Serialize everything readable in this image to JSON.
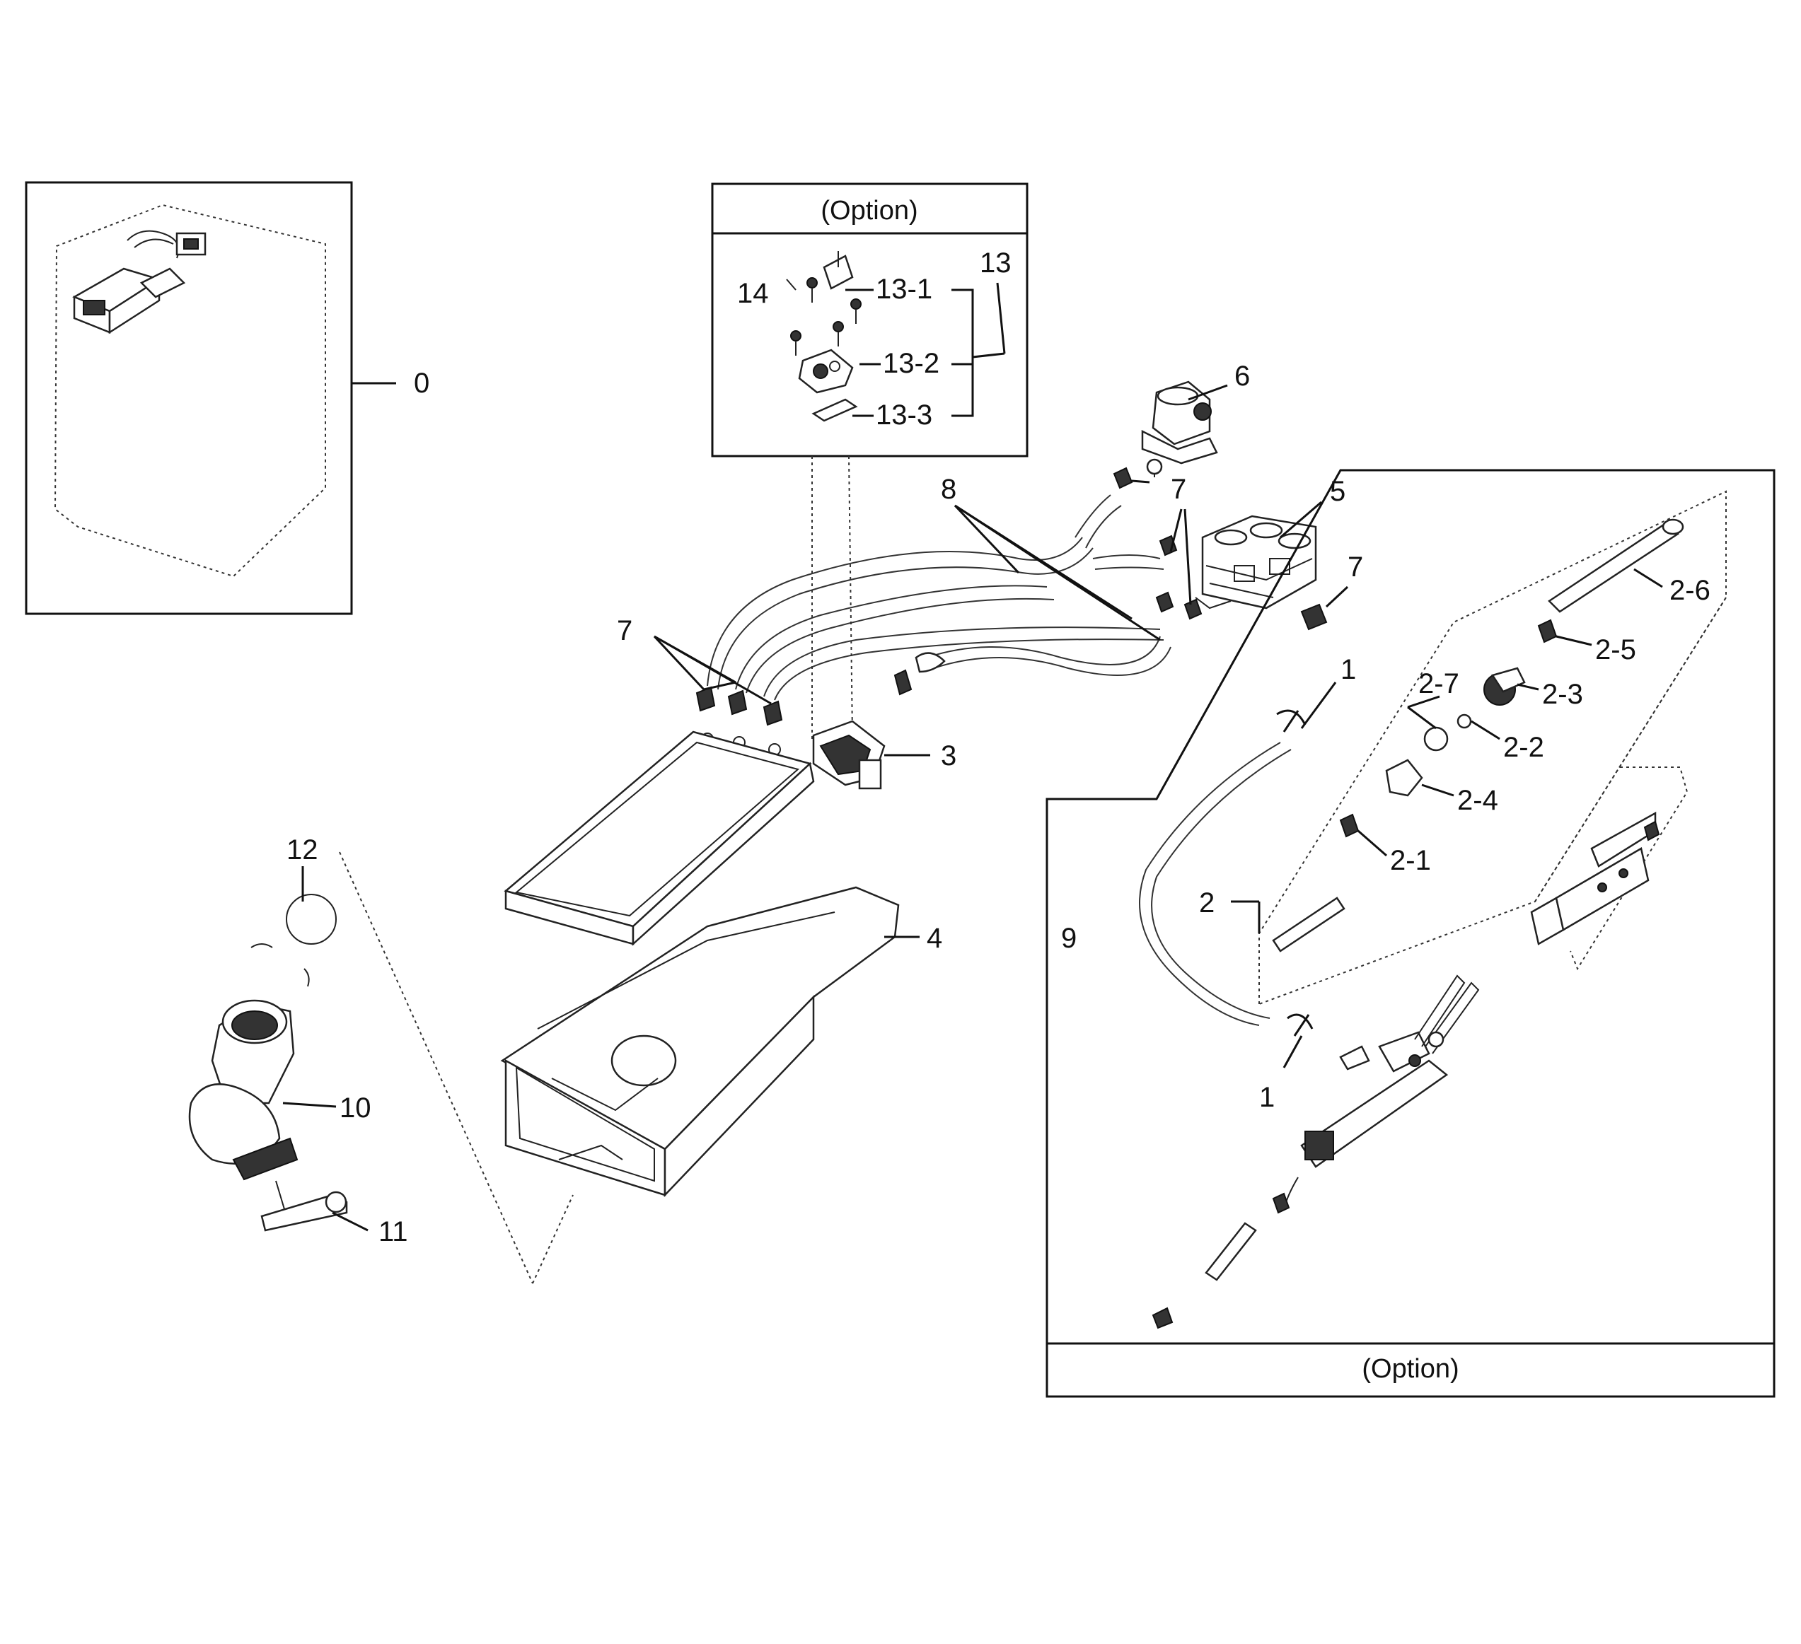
{
  "labels": {
    "p0": "0",
    "p1a": "1",
    "p1b": "1",
    "p2": "2",
    "p2_1": "2-1",
    "p2_2": "2-2",
    "p2_3": "2-3",
    "p2_4": "2-4",
    "p2_5": "2-5",
    "p2_6": "2-6",
    "p2_7": "2-7",
    "p3": "3",
    "p4": "4",
    "p5": "5",
    "p6": "6",
    "p7a": "7",
    "p7b": "7",
    "p7c": "7",
    "p8": "8",
    "p9": "9",
    "p10": "10",
    "p11": "11",
    "p12": "12",
    "p13": "13",
    "p13_1": "13-1",
    "p13_2": "13-2",
    "p13_3": "13-3",
    "p14": "14"
  },
  "option_top": "(Option)",
  "option_bottom": "(Option)"
}
